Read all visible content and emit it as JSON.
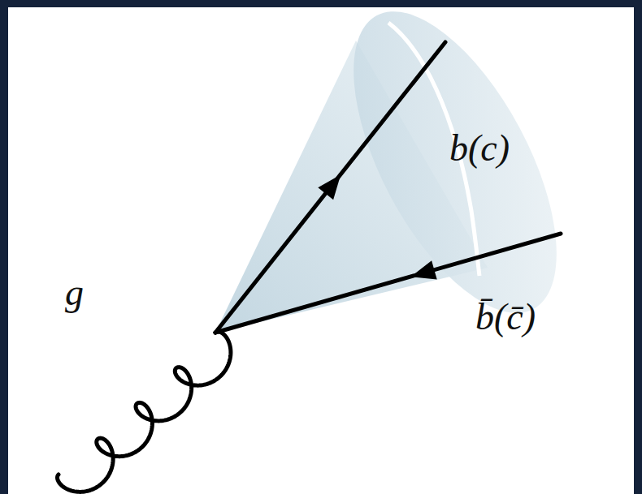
{
  "diagram": {
    "labels": [
      "g",
      "b(c)",
      "b̄(c̄)"
    ]
  }
}
